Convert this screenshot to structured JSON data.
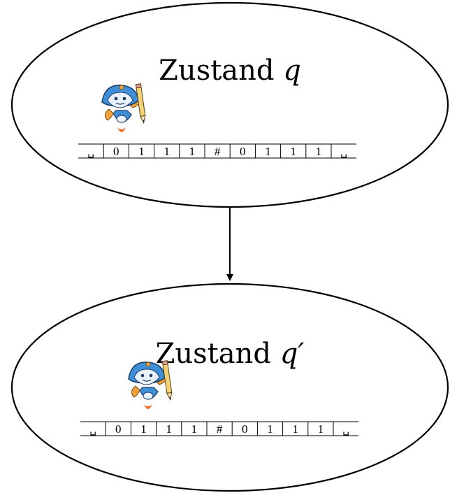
{
  "states": [
    {
      "id": "q",
      "label_prefix": "Zustand ",
      "label_var": "q",
      "tape": [
        "␣",
        "0",
        "1",
        "1",
        "1",
        "#",
        "0",
        "1",
        "1",
        "1",
        "␣"
      ],
      "head_index": 1
    },
    {
      "id": "q-prime",
      "label_prefix": "Zustand ",
      "label_var": "q′",
      "tape": [
        "␣",
        "0",
        "1",
        "1",
        "1",
        "#",
        "0",
        "1",
        "1",
        "1",
        "␣"
      ],
      "head_index": 2
    }
  ],
  "transition": {
    "from": "q",
    "to": "q-prime"
  },
  "colors": {
    "stroke": "#000000",
    "robot_body": "#3f8fd8",
    "robot_face": "#e9f2fb",
    "robot_orange": "#f0a23a",
    "pencil": "#f4d27a",
    "flame": "#f26b2a"
  }
}
